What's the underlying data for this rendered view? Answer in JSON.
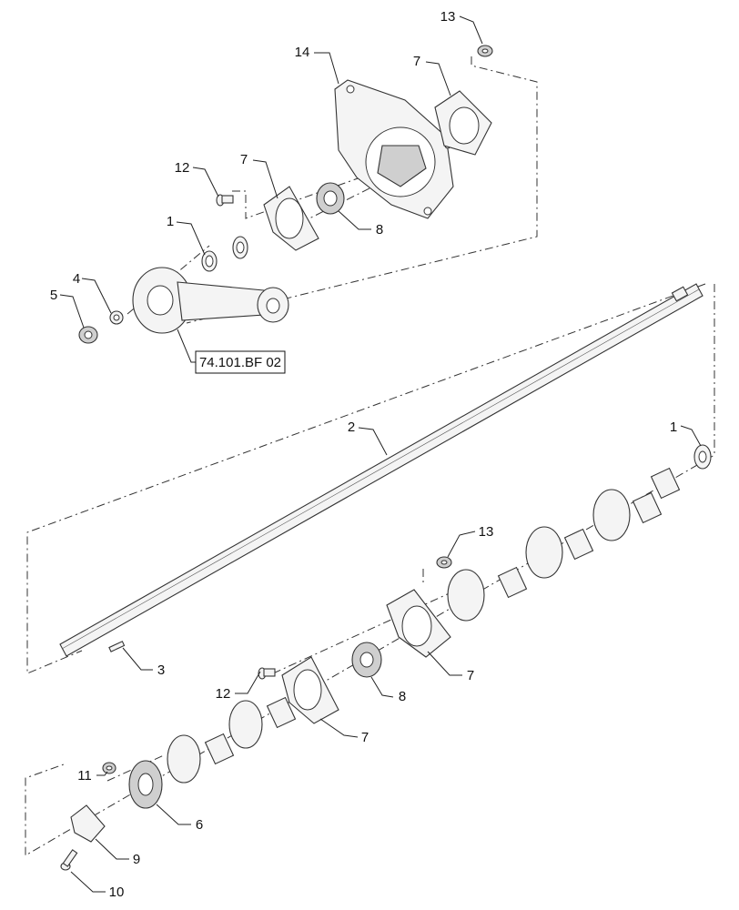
{
  "diagram": {
    "reference_box_label": "74.101.BF 02",
    "callouts": [
      {
        "id": "13-top",
        "label": "13"
      },
      {
        "id": "14",
        "label": "14"
      },
      {
        "id": "7-top-right",
        "label": "7"
      },
      {
        "id": "12-top",
        "label": "12"
      },
      {
        "id": "7-top-left",
        "label": "7"
      },
      {
        "id": "1-top",
        "label": "1"
      },
      {
        "id": "8-top",
        "label": "8"
      },
      {
        "id": "4",
        "label": "4"
      },
      {
        "id": "5",
        "label": "5"
      },
      {
        "id": "2",
        "label": "2"
      },
      {
        "id": "1-right",
        "label": "1"
      },
      {
        "id": "13-mid",
        "label": "13"
      },
      {
        "id": "3",
        "label": "3"
      },
      {
        "id": "7-mid",
        "label": "7"
      },
      {
        "id": "12-bottom",
        "label": "12"
      },
      {
        "id": "8-bottom",
        "label": "8"
      },
      {
        "id": "7-bottom",
        "label": "7"
      },
      {
        "id": "11",
        "label": "11"
      },
      {
        "id": "6",
        "label": "6"
      },
      {
        "id": "9",
        "label": "9"
      },
      {
        "id": "10",
        "label": "10"
      }
    ]
  }
}
